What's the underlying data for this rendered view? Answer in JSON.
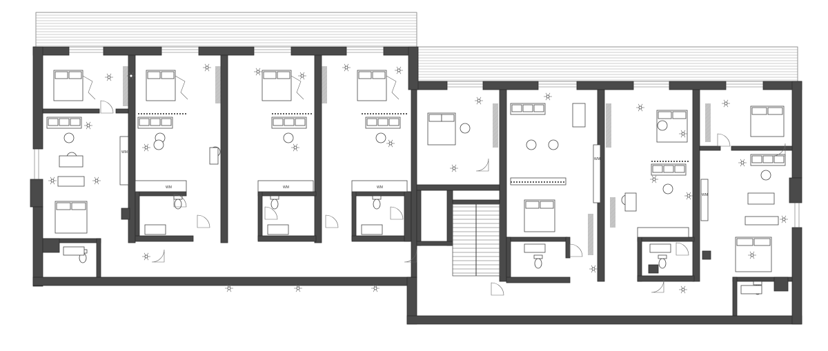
{
  "plan": {
    "appliance_labels": [
      "WM",
      "WM",
      "WM",
      "WM",
      "WM",
      "WM"
    ],
    "colors": {
      "wall": "#4a4a4a",
      "wall_edge": "#2b2b2b",
      "line": "#333333",
      "background": "#ffffff"
    },
    "icons": {
      "plant": "plant-icon",
      "chair": "armchair-icon",
      "bed": "bed-icon",
      "toilet": "toilet-icon",
      "sink": "sink-icon",
      "stair": "staircase-icon",
      "balcony": "balcony-deck-icon"
    }
  }
}
